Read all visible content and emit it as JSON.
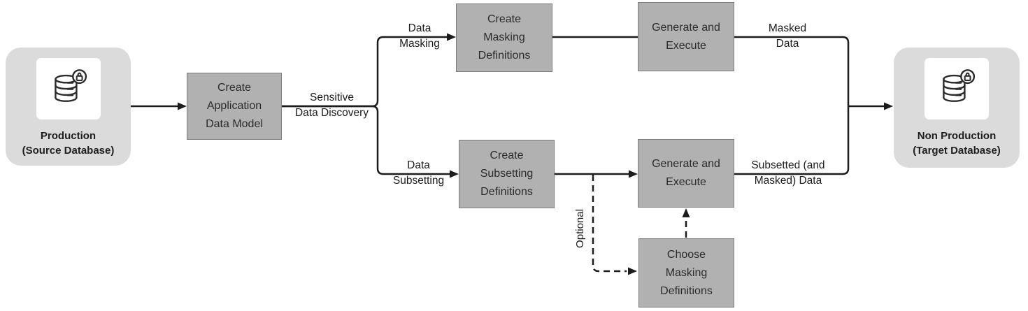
{
  "colors": {
    "background": "#ffffff",
    "terminal_fill": "#dbdbdb",
    "box_fill": "#b1b1b1",
    "box_border": "#7c7c7c",
    "connector": "#1c1c1c",
    "text": "#2b2b2b"
  },
  "source_block": {
    "title": "Production",
    "subtitle": "(Source Database)",
    "icon": "database-lock-icon"
  },
  "target_block": {
    "title": "Non Production",
    "subtitle": "(Target Database)",
    "icon": "database-lock-icon"
  },
  "boxes": {
    "create_application_data_model": {
      "lines": [
        "Create",
        "Application",
        "Data Model"
      ]
    },
    "create_masking_definitions": {
      "lines": [
        "Create",
        "Masking",
        "Definitions"
      ]
    },
    "generate_execute_masking": {
      "lines": [
        "Generate and",
        "Execute"
      ]
    },
    "create_subsetting_definitions": {
      "lines": [
        "Create",
        "Subsetting",
        "Definitions"
      ]
    },
    "generate_execute_subsetting": {
      "lines": [
        "Generate and",
        "Execute"
      ]
    },
    "choose_masking_definitions": {
      "lines": [
        "Choose",
        "Masking",
        "Definitions"
      ]
    }
  },
  "edge_labels": {
    "sensitive_data_discovery": {
      "lines": [
        "Sensitive",
        "Data Discovery"
      ]
    },
    "data_masking": {
      "lines": [
        "Data",
        "Masking"
      ]
    },
    "masked_data": {
      "lines": [
        "Masked",
        "Data"
      ]
    },
    "data_subsetting": {
      "lines": [
        "Data",
        "Subsetting"
      ]
    },
    "subsetted_data": {
      "lines": [
        "Subsetted (and",
        "Masked) Data"
      ]
    },
    "optional": "Optional"
  }
}
